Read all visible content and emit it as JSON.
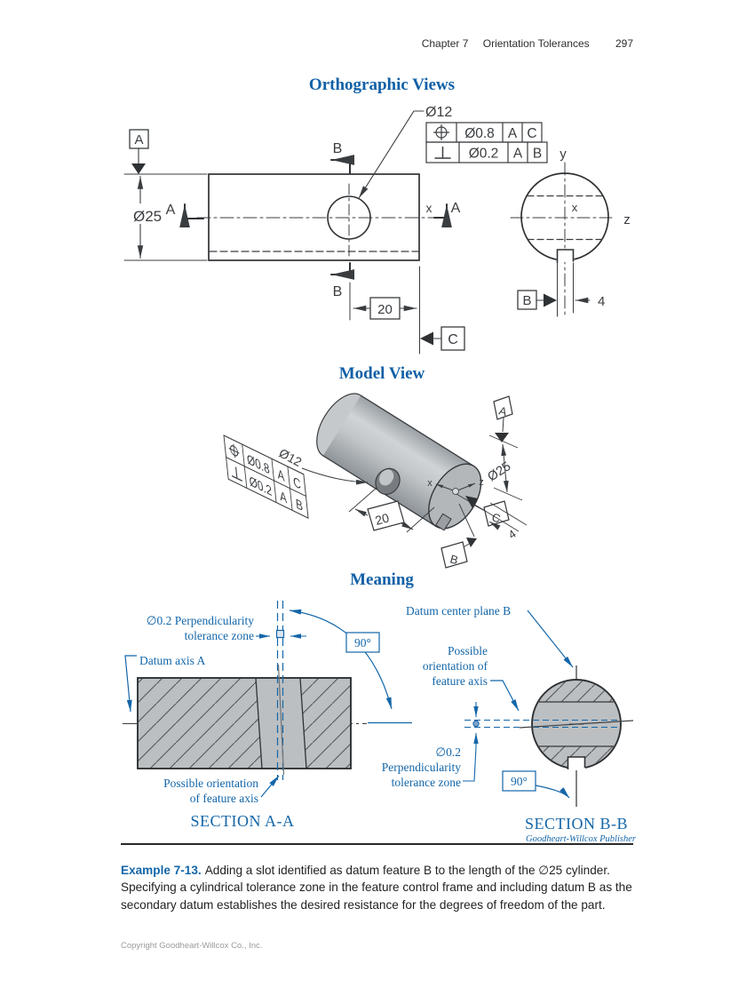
{
  "page": {
    "header": {
      "chapter": "Chapter 7",
      "title": "Orientation Tolerances",
      "page_number": "297"
    },
    "footer": {
      "copyright": "Copyright Goodheart-Willcox Co., Inc."
    }
  },
  "sections": {
    "orthographic": {
      "title": "Orthographic Views"
    },
    "model": {
      "title": "Model View"
    },
    "meaning": {
      "title": "Meaning"
    }
  },
  "drawing": {
    "hole_diameter": "Ø12",
    "part_diameter": "Ø25",
    "dim_20": "20",
    "dim_4": "4",
    "datum_a": "A",
    "datum_b": "B",
    "datum_c": "C",
    "section_label_a": "A",
    "section_label_b": "B",
    "axis_x": "x",
    "axis_y": "y",
    "axis_z": "z",
    "fcf": {
      "rows": [
        {
          "symbol": "position-symbol",
          "tolerance": "Ø0.8",
          "datum1": "A",
          "datum2": "C"
        },
        {
          "symbol": "perpendicularity-symbol",
          "tolerance": "Ø0.2",
          "datum1": "A",
          "datum2": "B"
        }
      ]
    }
  },
  "meaning_labels": {
    "aa": {
      "zone_line1": "∅0.2 Perpendicularity",
      "zone_line2": "tolerance zone",
      "datum_axis": "Datum axis A",
      "angle": "90°",
      "possible_line1": "Possible orientation",
      "possible_line2": "of feature axis",
      "title": "SECTION A-A"
    },
    "bb": {
      "datum_plane": "Datum center plane B",
      "possible_line1": "Possible",
      "possible_line2": "orientation of",
      "possible_line3": "feature axis",
      "zone_line1": "∅0.2",
      "zone_line2": "Perpendicularity",
      "zone_line3": "tolerance zone",
      "angle": "90°",
      "title": "SECTION B-B",
      "publisher": "Goodheart-Willcox Publisher"
    }
  },
  "caption": {
    "label": "Example 7-13.",
    "text": "Adding a slot identified as datum feature B to the length of the ∅25 cylinder. Specifying a cylindrical tolerance zone in the feature control frame and including datum B as the secondary datum establishes the desired resistance for the degrees of freedom of the part."
  },
  "colors": {
    "accent_blue": "#1366a9",
    "line": "#3a3d40",
    "gray_fill": "#bcbfc1"
  }
}
